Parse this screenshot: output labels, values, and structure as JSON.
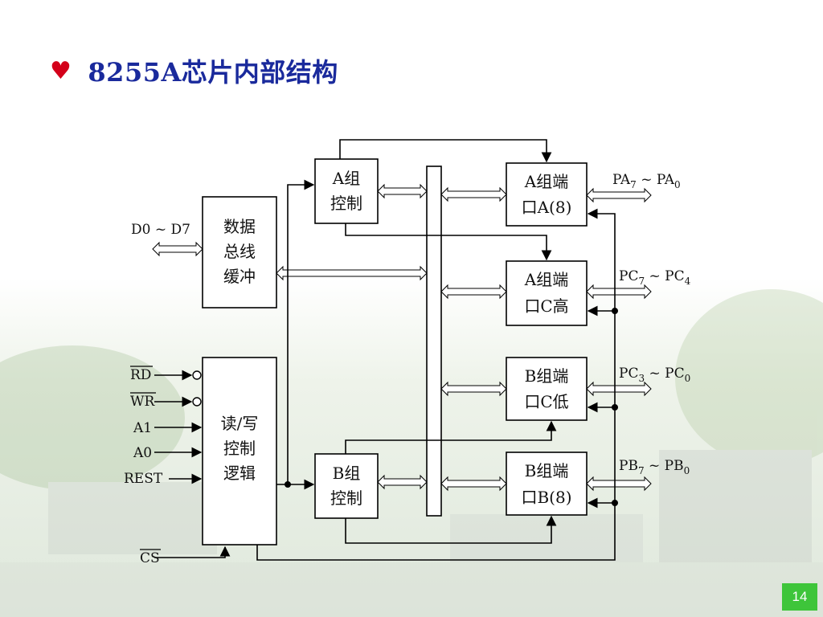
{
  "slide": {
    "title_bullet": "♥",
    "title": "8255A芯片内部结构",
    "page_number": "14"
  },
  "diagram": {
    "data_bus_buffer": [
      "数据",
      "总线",
      "缓冲"
    ],
    "rw_control": [
      "读/写",
      "控制",
      "逻辑"
    ],
    "group_a_control": [
      "A组",
      "控制"
    ],
    "group_b_control": [
      "B组",
      "控制"
    ],
    "port_a": [
      "A组端",
      "口A(8)"
    ],
    "port_c_high": [
      "A组端",
      "口C高"
    ],
    "port_c_low": [
      "B组端",
      "口C低"
    ],
    "port_b": [
      "B组端",
      "口B(8)"
    ],
    "data_pins": "D0 ~ D7",
    "control_inputs": [
      "RD",
      "WR",
      "A1",
      "A0",
      "REST"
    ],
    "chip_select": "CS",
    "port_pins": {
      "pa": {
        "main1": "PA",
        "sub1": "7",
        "sep": " ~ PA",
        "sub2": "0"
      },
      "pc_high": {
        "main1": "PC",
        "sub1": "7",
        "sep": " ~ PC",
        "sub2": "4"
      },
      "pc_low": {
        "main1": "PC",
        "sub1": "3",
        "sep": " ~ PC",
        "sub2": "0"
      },
      "pb": {
        "main1": "PB",
        "sub1": "7",
        "sep": " ~ PB",
        "sub2": "0"
      }
    }
  }
}
